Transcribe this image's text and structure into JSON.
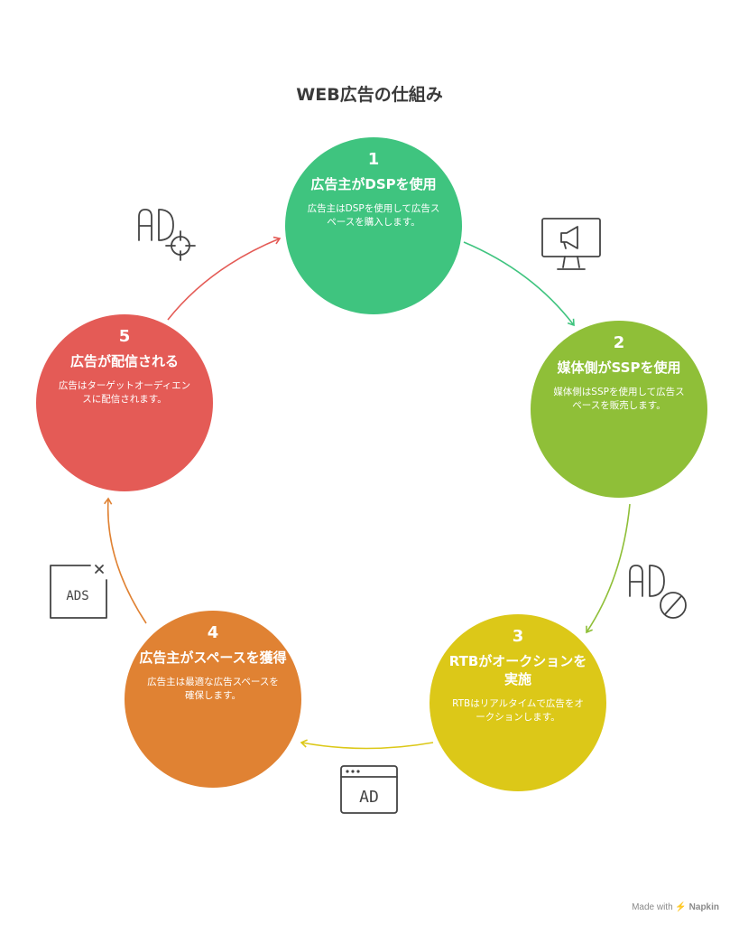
{
  "title": "WEB広告の仕組み",
  "steps": [
    {
      "number": "1",
      "title": "広告主がDSPを使用",
      "description": "広告主はDSPを使用して広告スペースを購入します。",
      "color": "#3fc47f"
    },
    {
      "number": "2",
      "title": "媒体側がSSPを使用",
      "description": "媒体側はSSPを使用して広告スペースを販売します。",
      "color": "#8fbf38"
    },
    {
      "number": "3",
      "title": "RTBがオークションを実施",
      "description": "RTBはリアルタイムで広告をオークションします。",
      "color": "#dcc818"
    },
    {
      "number": "4",
      "title": "広告主がスペースを獲得",
      "description": "広告主は最適な広告スペースを確保します。",
      "color": "#e08233"
    },
    {
      "number": "5",
      "title": "広告が配信される",
      "description": "広告はターゲットオーディエンスに配信されます。",
      "color": "#e45b56"
    }
  ],
  "icons": {
    "ad_target": "ad-target-icon",
    "monitor_megaphone": "monitor-megaphone-icon",
    "ad_block": "ad-block-icon",
    "ad_browser": "ad-browser-window-icon",
    "ads_window": "ads-window-icon",
    "ads_window_text": "ADS",
    "ad_browser_text": "AD"
  },
  "footer": {
    "made_with": "Made with",
    "brand": "Napkin"
  }
}
